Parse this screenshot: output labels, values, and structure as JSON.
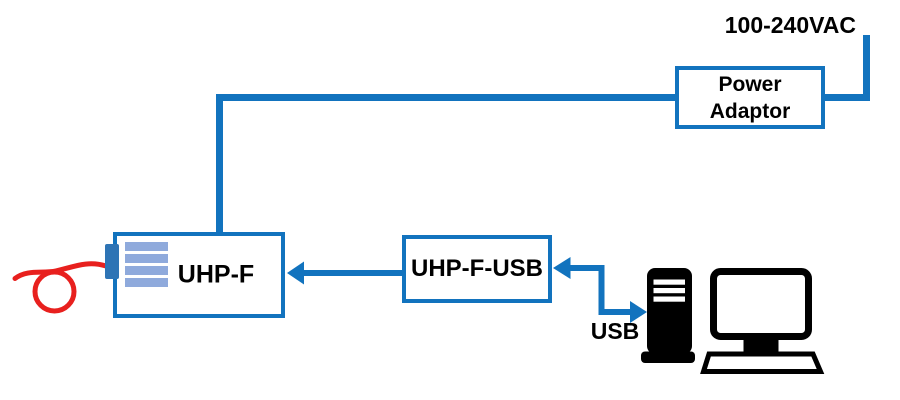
{
  "diagram": {
    "labels": {
      "ac_rating": "100-240VAC",
      "usb": "USB"
    },
    "nodes": {
      "power_adaptor": {
        "lines": [
          "Power",
          "Adaptor"
        ]
      },
      "uhp_f": {
        "label": "UHP-F"
      },
      "uhp_f_usb": {
        "label": "UHP-F-USB"
      }
    },
    "icons": {
      "pc_tower": "pc-tower-icon",
      "monitor": "monitor-icon",
      "keyboard": "keyboard-icon",
      "fiber_cable": "fiber-cable-icon",
      "fiber_connector": "fiber-connector",
      "vent_bars": "vent-bars-icon"
    },
    "colors": {
      "line_blue": "#1273BE",
      "vent_bar_blue": "#8FAADC",
      "connector_blue": "#2E74B5",
      "fiber_red": "#E8201E",
      "icon_black": "#000000",
      "background": "#FFFFFF"
    }
  }
}
